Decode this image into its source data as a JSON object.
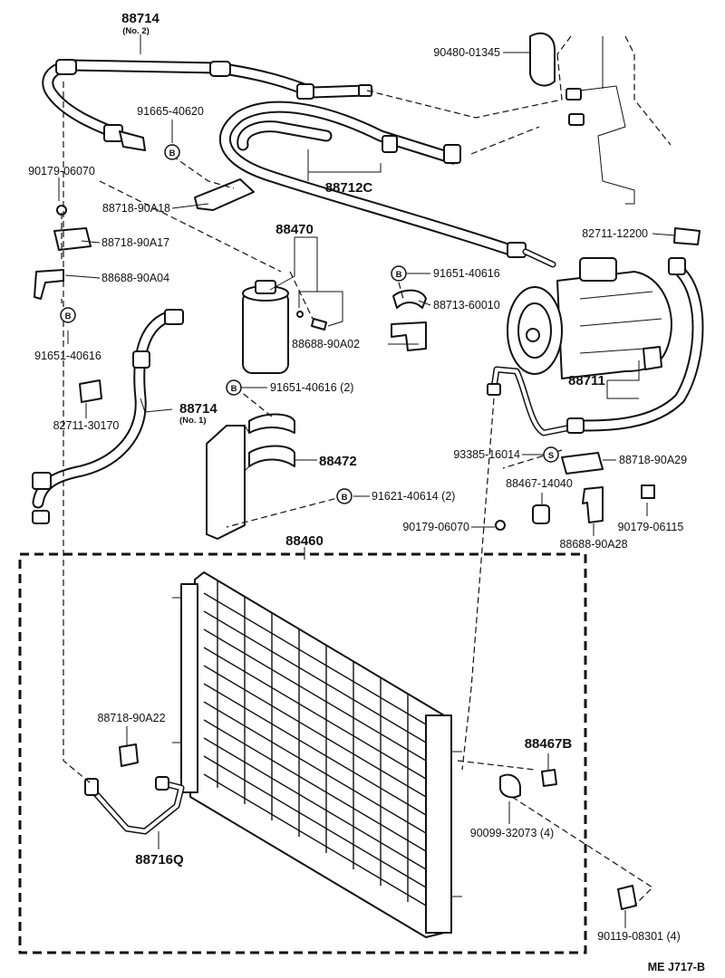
{
  "diagram": {
    "footer_code": "ME  J717-B",
    "circle_letters": {
      "b": "B",
      "s": "S"
    },
    "labels": {
      "hose_no2": "88714",
      "hose_no2_sub": "(No. 2)",
      "clamp_90480": "90480-01345",
      "bolt_91665": "91665-40620",
      "nut_90179_a": "90179-06070",
      "bracket_88718_a18": "88718-90A18",
      "clamp_88718_a17": "88718-90A17",
      "bracket_88688_a04": "88688-90A04",
      "bolt_91651_a": "91651-40616",
      "clamp_82711_30170": "82711-30170",
      "hose_88712c": "88712C",
      "receiver_88470": "88470",
      "bracket_88688_a02": "88688-90A02",
      "bolt_91651_b": "91651-40616",
      "clamp_88713": "88713-60010",
      "clamp_82711_12200": "82711-12200",
      "compressor_88711": "88711",
      "hose_no1": "88714",
      "hose_no1_sub": "(No. 1)",
      "bolt_91651_c": "91651-40616 (2)",
      "bracket_88472": "88472",
      "bolt_91621": "91621-40614 (2)",
      "stud_93385": "93385-16014",
      "clamp_88718_a29": "88718-90A29",
      "switch_88467": "88467-14040",
      "nut_90179_b": "90179-06070",
      "nut_90179_c": "90179-06115",
      "bracket_88688_a28": "88688-90A28",
      "condenser_88460": "88460",
      "clamp_88718_a22": "88718-90A22",
      "plug_88467b": "88467B",
      "cushion_90099": "90099-32073 (4)",
      "pipe_88716q": "88716Q",
      "bolt_90119": "90119-08301 (4)"
    }
  }
}
